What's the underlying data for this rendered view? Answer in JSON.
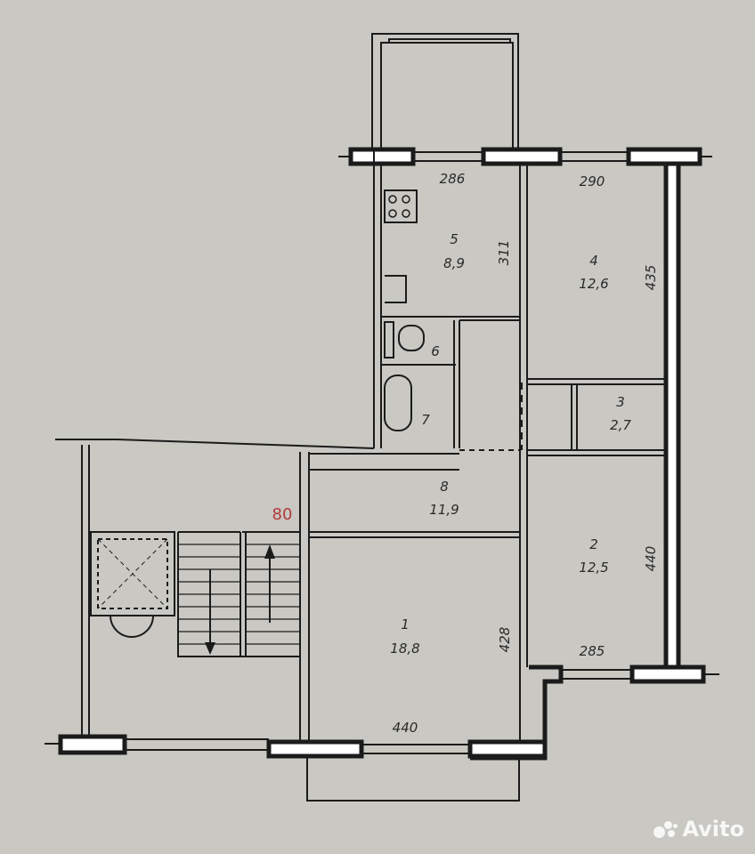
{
  "plan": {
    "unit_label": "80",
    "rooms": [
      {
        "id": "1",
        "area": "18,8"
      },
      {
        "id": "2",
        "area": "12,5"
      },
      {
        "id": "3",
        "area": "2,7"
      },
      {
        "id": "4",
        "area": "12,6"
      },
      {
        "id": "5",
        "area": "8,9"
      },
      {
        "id": "6",
        "area": ""
      },
      {
        "id": "7",
        "area": ""
      },
      {
        "id": "8",
        "area": "11,9"
      }
    ],
    "dimensions": {
      "d286": "286",
      "d290": "290",
      "d311": "311",
      "d435": "435",
      "d440_right": "440",
      "d428": "428",
      "d285": "285",
      "d440_bottom": "440"
    }
  },
  "watermark": {
    "text": "Avito"
  }
}
